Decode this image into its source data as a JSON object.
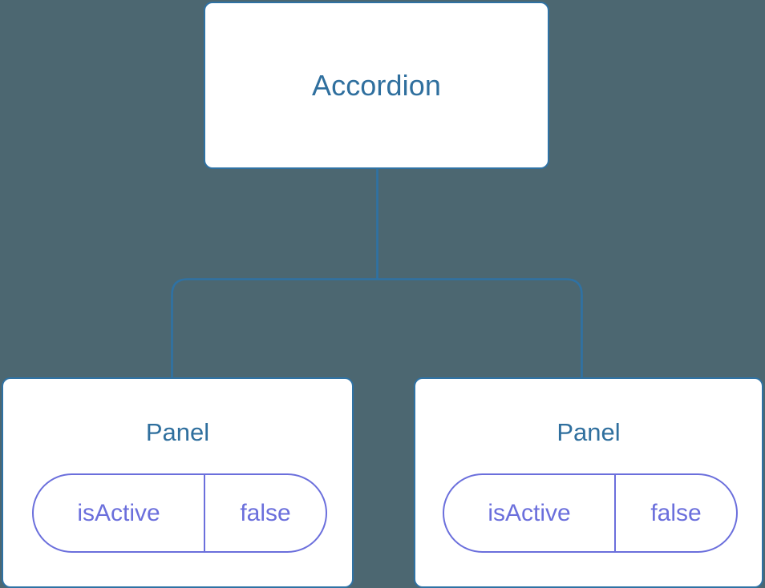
{
  "diagram": {
    "kind": "component-tree",
    "background_color": "#4c6771",
    "node_fill": "#ffffff",
    "node_border_color": "#2f72a4",
    "node_title_color": "#2f6f9e",
    "pill_color": "#6b6fdc",
    "edge_color": "#2f72a4"
  },
  "root": {
    "label": "Accordion"
  },
  "panels": [
    {
      "label": "Panel",
      "state": {
        "key": "isActive",
        "value": "false"
      }
    },
    {
      "label": "Panel",
      "state": {
        "key": "isActive",
        "value": "false"
      }
    }
  ],
  "edges": [
    {
      "from": "Accordion",
      "to": "Panel"
    },
    {
      "from": "Accordion",
      "to": "Panel"
    }
  ]
}
